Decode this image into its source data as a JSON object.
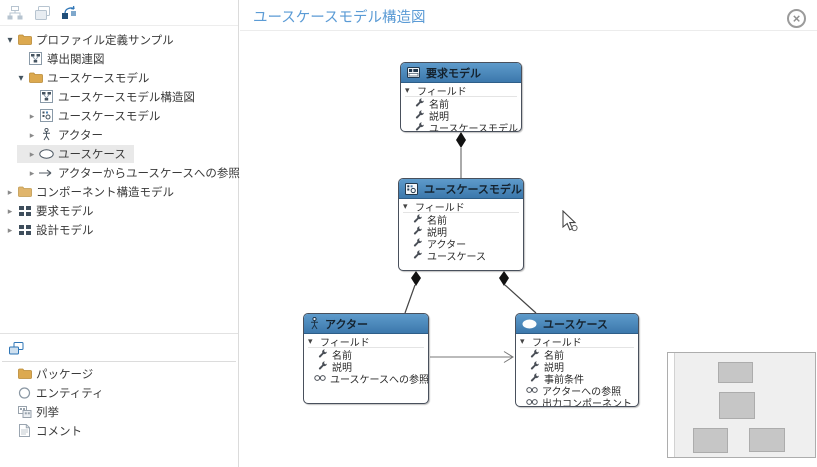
{
  "colors": {
    "accent_blue": "#5B9BD5",
    "node_header_blue": "#4386BD",
    "folder_tan": "#D8A558",
    "selected_row_bg": "#E9E9E9"
  },
  "sidebar": {
    "toolbar": {
      "icons": [
        "org-chart-icon",
        "stacked-cards-icon",
        "linked-nodes-icon"
      ]
    },
    "tree": [
      {
        "label": "プロファイル定義サンプル",
        "icon": "folder",
        "state": "expanded"
      },
      {
        "label": "導出関連図",
        "icon": "diagram",
        "state": "leaf"
      },
      {
        "label": "ユースケースモデル",
        "icon": "folder",
        "state": "expanded"
      },
      {
        "label": "ユースケースモデル構造図",
        "icon": "diagram",
        "state": "leaf"
      },
      {
        "label": "ユースケースモデル",
        "icon": "model",
        "state": "collapsed"
      },
      {
        "label": "アクター",
        "icon": "actor",
        "state": "collapsed"
      },
      {
        "label": "ユースケース",
        "icon": "usecase",
        "state": "collapsed",
        "selected": true
      },
      {
        "label": "アクターからユースケースへの参照",
        "icon": "arrow",
        "state": "collapsed"
      },
      {
        "label": "コンポーネント構造モデル",
        "icon": "folder",
        "state": "collapsed"
      },
      {
        "label": "要求モデル",
        "icon": "grid",
        "state": "collapsed"
      },
      {
        "label": "設計モデル",
        "icon": "grid",
        "state": "collapsed"
      }
    ],
    "palette": [
      {
        "label": "パッケージ",
        "icon": "folder"
      },
      {
        "label": "エンティティ",
        "icon": "entity"
      },
      {
        "label": "列挙",
        "icon": "enum"
      },
      {
        "label": "コメント",
        "icon": "comment"
      }
    ]
  },
  "canvas": {
    "title": "ユースケースモデル構造図",
    "nodes": [
      {
        "title": "要求モデル",
        "section": "フィールド",
        "fields": [
          {
            "label": "名前"
          },
          {
            "label": "説明"
          },
          {
            "label": "ユースケースモデル"
          }
        ]
      },
      {
        "title": "ユースケースモデル",
        "section": "フィールド",
        "fields": [
          {
            "label": "名前"
          },
          {
            "label": "説明"
          },
          {
            "label": "アクター"
          },
          {
            "label": "ユースケース"
          }
        ]
      },
      {
        "title": "アクター",
        "section": "フィールド",
        "fields": [
          {
            "label": "名前"
          },
          {
            "label": "説明"
          },
          {
            "label": "ユースケースへの参照",
            "kind": "reference"
          }
        ]
      },
      {
        "title": "ユースケース",
        "section": "フィールド",
        "fields": [
          {
            "label": "名前"
          },
          {
            "label": "説明"
          },
          {
            "label": "事前条件"
          },
          {
            "label": "アクターへの参照",
            "kind": "reference"
          },
          {
            "label": "出力コンポーネント",
            "kind": "reference"
          }
        ]
      }
    ],
    "connectors": [
      {
        "from": "要求モデル",
        "to": "ユースケースモデル",
        "type": "composition"
      },
      {
        "from": "ユースケースモデル",
        "to": "アクター",
        "type": "composition"
      },
      {
        "from": "ユースケースモデル",
        "to": "ユースケース",
        "type": "composition"
      },
      {
        "from": "アクター",
        "to": "ユースケース",
        "type": "reference-arrow"
      }
    ]
  }
}
